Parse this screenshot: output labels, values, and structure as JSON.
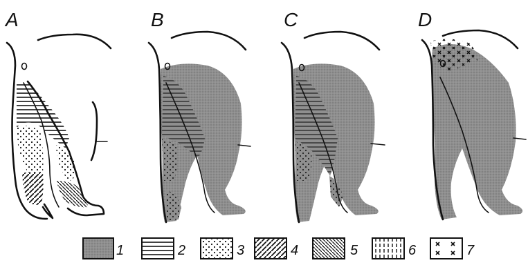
{
  "figure": {
    "panels": [
      {
        "letter": "A",
        "fill": [
          "2",
          "3",
          "4",
          "5"
        ]
      },
      {
        "letter": "B",
        "fill": [
          "1",
          "2",
          "3"
        ]
      },
      {
        "letter": "C",
        "fill": [
          "1",
          "2",
          "3"
        ]
      },
      {
        "letter": "D",
        "fill": [
          "1",
          "7"
        ]
      }
    ],
    "legend": [
      {
        "number": "1",
        "pattern": "gray-stipple"
      },
      {
        "number": "2",
        "pattern": "horizontal-lines"
      },
      {
        "number": "3",
        "pattern": "dots"
      },
      {
        "number": "4",
        "pattern": "diagonal-lines-right"
      },
      {
        "number": "5",
        "pattern": "diagonal-lines-left"
      },
      {
        "number": "6",
        "pattern": "vertical-dashes"
      },
      {
        "number": "7",
        "pattern": "crosses"
      }
    ],
    "colors": {
      "stipple": "#8f8f8f",
      "ink": "#111111"
    }
  }
}
